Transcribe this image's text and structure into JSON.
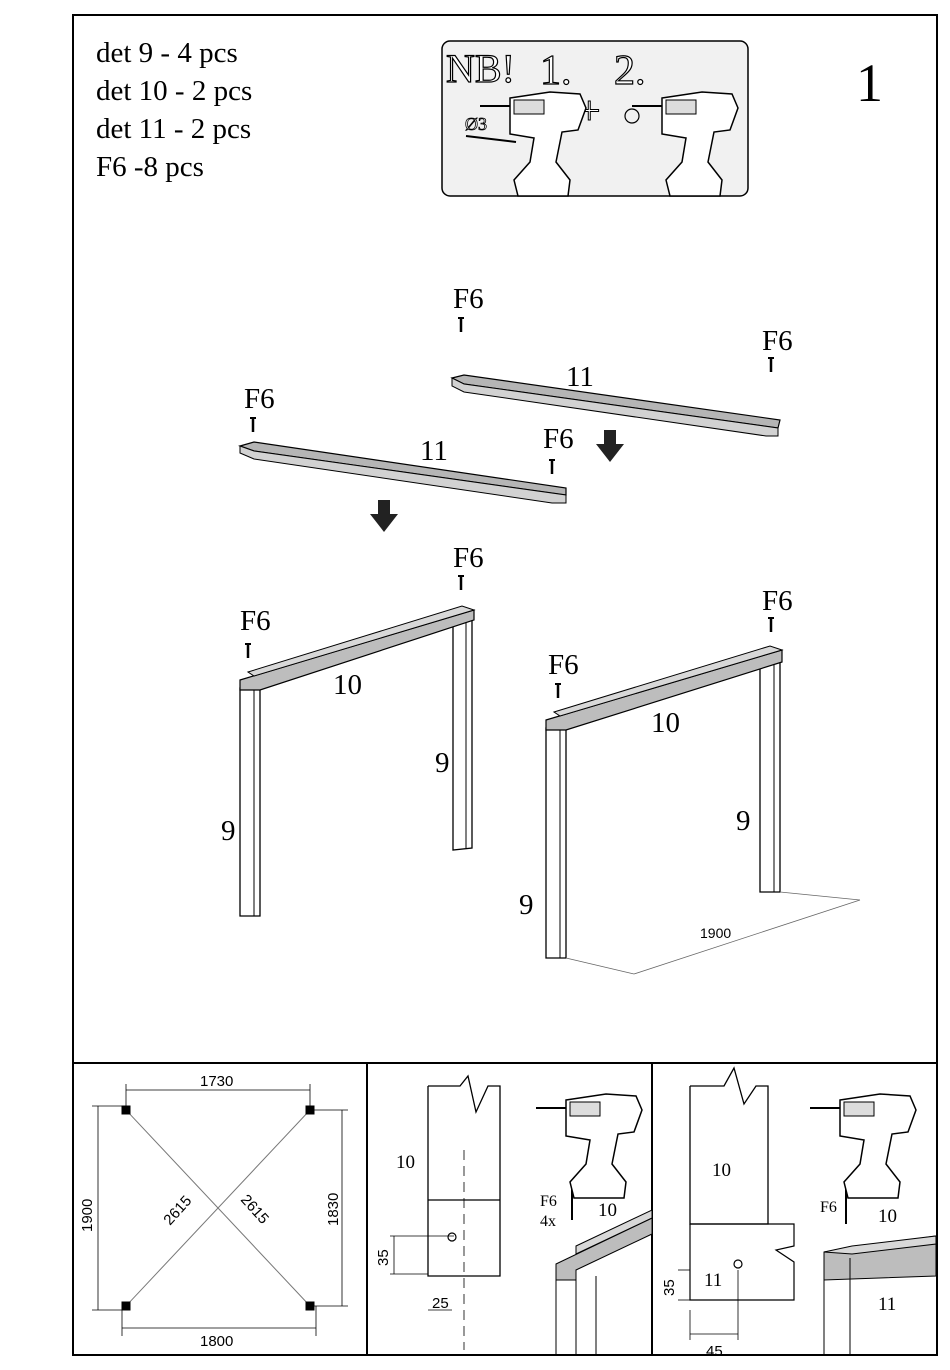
{
  "parts_list": [
    "det 9 - 4 pcs",
    "det 10 - 2 pcs",
    "det 11 - 2 pcs",
    "F6 -8 pcs"
  ],
  "step_number": "1",
  "nb_box": {
    "nb": "NB!",
    "step1": "1.",
    "step2": "2.",
    "drill_size": "Ø3",
    "plus": "+"
  },
  "labels": {
    "fastener": "F6",
    "part9": "9",
    "part10": "10",
    "part11": "11",
    "width_dim": "1900"
  },
  "plan": {
    "top": "1730",
    "bottom": "1800",
    "left": "1900",
    "right": "1830",
    "diag1": "2615",
    "diag2": "2615"
  },
  "detail_a": {
    "part_top": "10",
    "fastener": "F6",
    "qty": "4x",
    "part_beam": "10",
    "dim_v": "35",
    "dim_h": "25"
  },
  "detail_b": {
    "part_top": "10",
    "part_mid": "11",
    "fastener": "F6",
    "part_beam": "10",
    "part_beam2": "11",
    "dim_v": "35",
    "dim_h": "45"
  }
}
